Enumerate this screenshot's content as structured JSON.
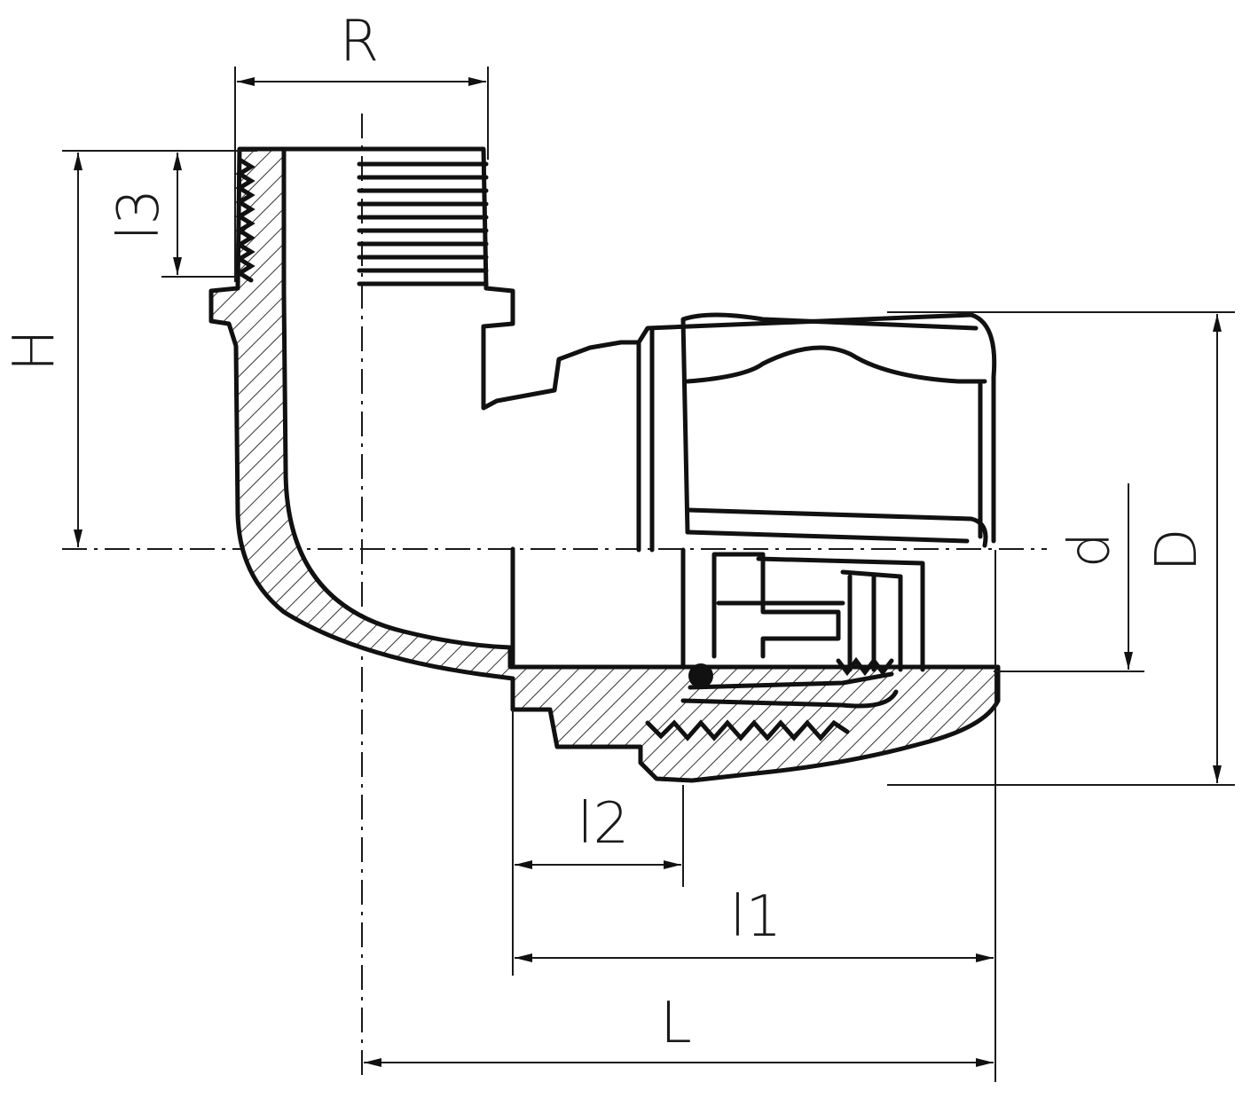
{
  "drawing": {
    "line_color": "#111111",
    "background": "#ffffff"
  },
  "dimensions": {
    "R": "R",
    "l3": "l3",
    "H": "H",
    "d": "d",
    "D": "D",
    "l2": "l2",
    "l1": "l1",
    "L": "L"
  }
}
